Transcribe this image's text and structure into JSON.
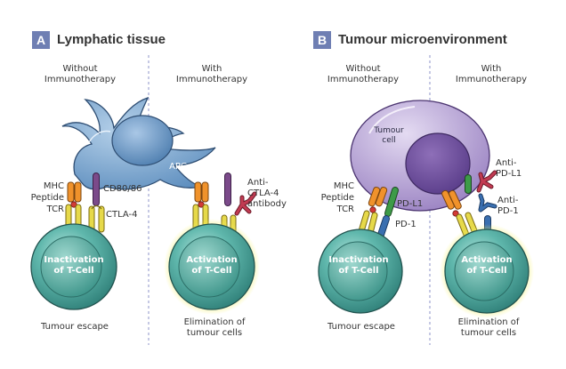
{
  "panel_a": {
    "letter": "A",
    "title": "Lymphatic tissue",
    "left_header": [
      "Without",
      "Immunotherapy"
    ],
    "right_header": [
      "With",
      "Immunotherapy"
    ],
    "apc_label": "APC",
    "left_receptor_labels": [
      "MHC",
      "Peptide",
      "TCR"
    ],
    "cd80_label": "CD80/86",
    "ctla4_label": "CTLA-4",
    "antibody_label": [
      "Anti-",
      "CTLA-4",
      "antibody"
    ],
    "left_cell_text": [
      "Inactivation",
      "of T-Cell"
    ],
    "right_cell_text": [
      "Activation",
      "of T-Cell"
    ],
    "left_footer": "Tumour escape",
    "right_footer": [
      "Elimination of",
      "tumour cells"
    ]
  },
  "panel_b": {
    "letter": "B",
    "title": "Tumour microenvironment",
    "left_header": [
      "Without",
      "Immunotherapy"
    ],
    "right_header": [
      "With",
      "Immunotherapy"
    ],
    "tumour_label": [
      "Tumour",
      "cell"
    ],
    "left_receptor_labels": [
      "MHC",
      "Peptide",
      "TCR"
    ],
    "pdl1_label": "PD-L1",
    "pd1_label": "PD-1",
    "anti_pdl1_label": [
      "Anti-",
      "PD-L1"
    ],
    "anti_pd1_label": [
      "Anti-",
      "PD-1"
    ],
    "left_cell_text": [
      "Inactivation",
      "of T-Cell"
    ],
    "right_cell_text": [
      "Activation",
      "of T-Cell"
    ],
    "left_footer": "Tumour escape",
    "right_footer": [
      "Elimination of",
      "tumour cells"
    ]
  },
  "colors": {
    "badge": "#6f7fb3",
    "apc": "#7ea6cf",
    "tumour": "#a58fc8",
    "tcell": "#4da7a0",
    "glow": "#f3ef62",
    "mhc": "#f0922b",
    "tcr": "#e6d94a",
    "ctla4": "#7b4a8a",
    "antibody": "#c23b52",
    "pdl1": "#3d9b48",
    "pd1": "#3a6fb0",
    "divider": "#8d93c9"
  }
}
